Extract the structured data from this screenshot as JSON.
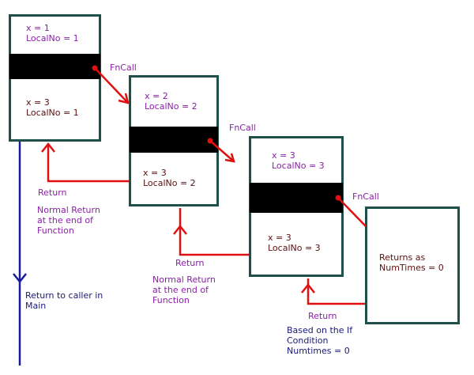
{
  "frames": [
    {
      "before": {
        "line1": "x = 1",
        "line2": "LocalNo = 1"
      },
      "after": {
        "line1": "x = 3",
        "line2": "LocalNo = 1"
      }
    },
    {
      "before": {
        "line1": "x = 2",
        "line2": "LocalNo = 2"
      },
      "after": {
        "line1": "x = 3",
        "line2": "LocalNo = 2"
      }
    },
    {
      "before": {
        "line1": "x = 3",
        "line2": "LocalNo = 3"
      },
      "after": {
        "line1": "x = 3",
        "line2": "LocalNo = 3"
      }
    },
    {
      "body": {
        "line1": "Returns as",
        "line2": "NumTimes = 0"
      }
    }
  ],
  "labels": {
    "fncall": "FnCall",
    "return": "Return",
    "normal_return": [
      "Normal Return",
      "at the end of",
      "Function"
    ],
    "return_to_main": [
      "Return to caller in",
      "Main"
    ],
    "based_on": [
      "Based on the If",
      "Condition",
      "Numtimes = 0"
    ]
  },
  "colors": {
    "arrow": "#e01010",
    "frame_border": "#1f4f4a",
    "main_line": "#1a1aa0",
    "text_purple": "#8a1fa8",
    "text_maroon": "#5a1010",
    "text_navy": "#1a1a7a"
  }
}
